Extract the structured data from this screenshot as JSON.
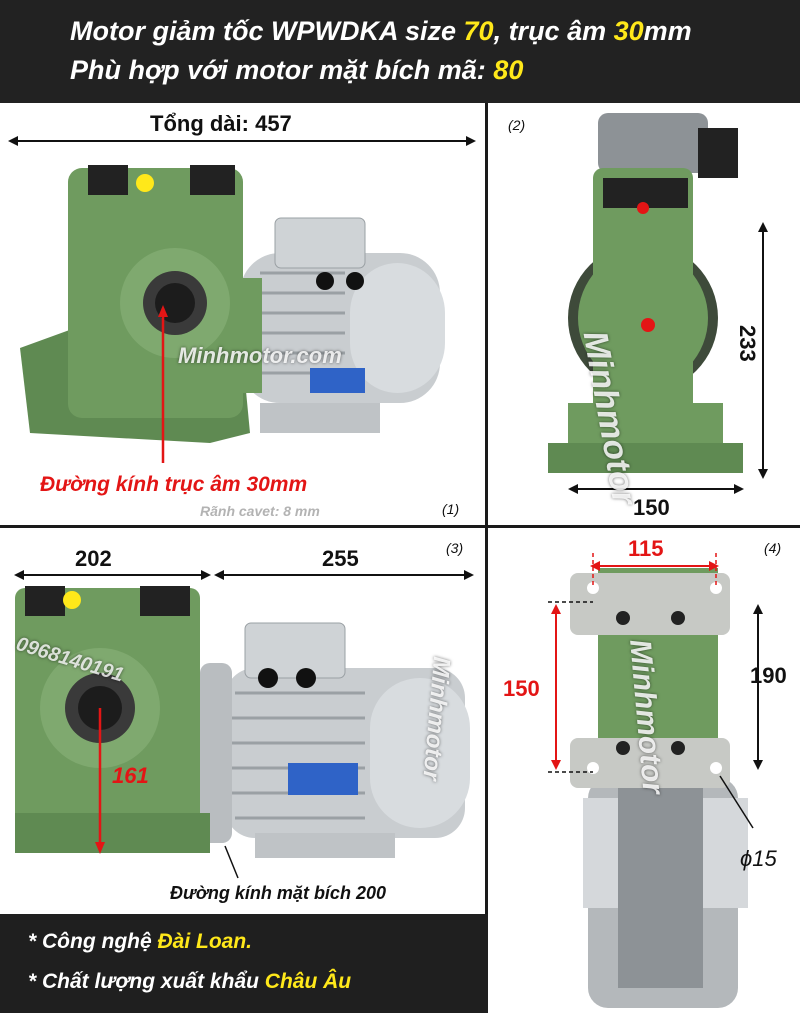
{
  "header": {
    "line1_prefix": "Motor giảm tốc WPWDKA size ",
    "line1_size": "70",
    "line1_mid": ", trục âm ",
    "line1_shaft": "30",
    "line1_unit": "mm",
    "line2_prefix": "Phù hợp với motor mặt bích mã: ",
    "line2_code": "80"
  },
  "panel1": {
    "number": "(1)",
    "total_length": "Tổng dài: 457",
    "watermark": "Minhmotor.com",
    "shaft_label": "Đường kính trục âm 30mm",
    "keyway_label": "Rãnh cavet: 8 mm"
  },
  "panel2": {
    "number": "(2)",
    "height": "233",
    "width": "150",
    "watermark": "Minhmotor"
  },
  "panel3": {
    "number": "(3)",
    "left_length": "202",
    "right_length": "255",
    "phone_watermark": "0968140191",
    "center_height": "161",
    "watermark": "Minhmotor",
    "flange_label": "Đường kính mặt bích 200"
  },
  "panel4": {
    "number": "(4)",
    "hole_spacing_x": "115",
    "hole_spacing_y": "150",
    "overall_length": "190",
    "hole_diameter": "15",
    "watermark": "Minhmotor"
  },
  "footer": {
    "line1_prefix": "* Công nghệ ",
    "line1_highlight": "Đài Loan.",
    "line2_prefix": "* Chất lượng xuất khẩu ",
    "line2_highlight": "Châu Âu"
  },
  "colors": {
    "housing_green": "#6f9b5f",
    "highlight_yellow": "#ffe81a",
    "dimension_red": "#e31515",
    "motor_grey": "#c9cdd0"
  }
}
